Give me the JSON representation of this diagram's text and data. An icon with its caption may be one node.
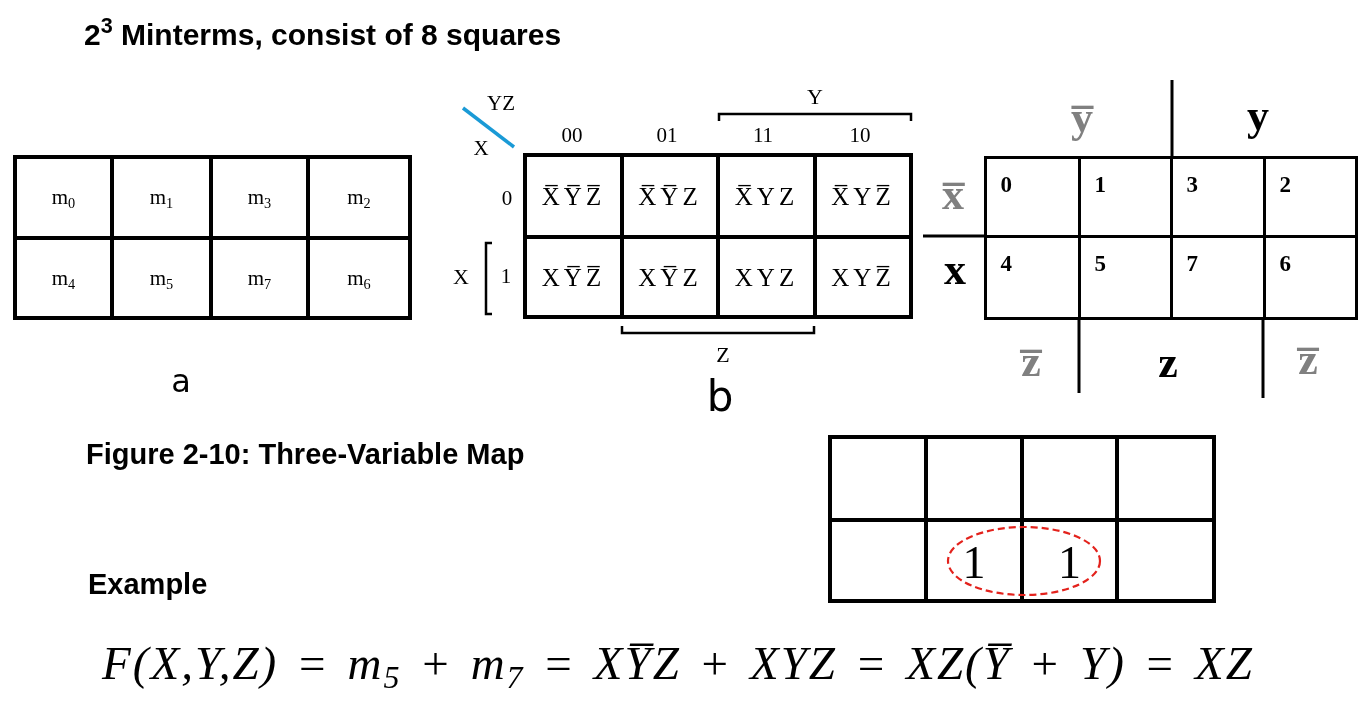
{
  "diagram": {
    "title": "2$^{3}$ Minterms, consist of 8 squares",
    "caption": "Figure 2-10: Three-Variable Map",
    "nodes": [
      {
        "text": [
          "m$_{0}$"
        ]
      },
      {
        "text": [
          "m$_{1}$"
        ]
      },
      {
        "text": [
          "m$_{3}$"
        ]
      },
      {
        "text": [
          "m$_{2}$"
        ]
      },
      {
        "text": [
          "m$_{4}$"
        ]
      },
      {
        "text": [
          "m$_{5}$"
        ]
      },
      {
        "text": [
          "m$_{7}$"
        ]
      },
      {
        "text": [
          "m$_{6}$"
        ]
      },
      {
        "text": [
          "X̅Y̅Z̅"
        ]
      },
      {
        "text": [
          "X̅Y̅Z"
        ]
      },
      {
        "text": [
          "X̅YZ"
        ]
      },
      {
        "text": [
          "X̅YZ̅"
        ]
      },
      {
        "text": [
          "XY̅Z̅"
        ]
      },
      {
        "text": [
          "XY̅Z"
        ]
      },
      {
        "text": [
          "XYZ"
        ]
      },
      {
        "text": [
          "XYZ̅"
        ]
      },
      {
        "text": [
          "0"
        ]
      },
      {
        "text": [
          "1"
        ]
      },
      {
        "text": [
          "3"
        ]
      },
      {
        "text": [
          "2"
        ]
      },
      {
        "text": [
          "4"
        ]
      },
      {
        "text": [
          "5"
        ]
      },
      {
        "text": [
          "7"
        ]
      },
      {
        "text": [
          "6"
        ]
      },
      {
        "text": [],
        "shape": "box"
      },
      {
        "text": [],
        "shape": "box"
      },
      {
        "text": [],
        "shape": "box"
      },
      {
        "text": [],
        "shape": "box"
      },
      {
        "text": [],
        "shape": "box"
      },
      {
        "text": [
          "1"
        ]
      },
      {
        "text": [
          "1"
        ]
      },
      {
        "text": [],
        "shape": "box"
      }
    ],
    "labels": [
      "YZ",
      "Y",
      "X",
      "00",
      "01",
      "11",
      "10",
      "0",
      "X",
      "1",
      "Z",
      "a",
      "b",
      "y̅",
      "y",
      "x̅",
      "x",
      "z̅",
      "z",
      "z̅",
      "Example",
      "F(X,Y,Z) = m$_{5}$ + m$_{7}$ = XY̅Z + XYZ = XZ(Y̅ + Y) = XZ"
    ]
  }
}
